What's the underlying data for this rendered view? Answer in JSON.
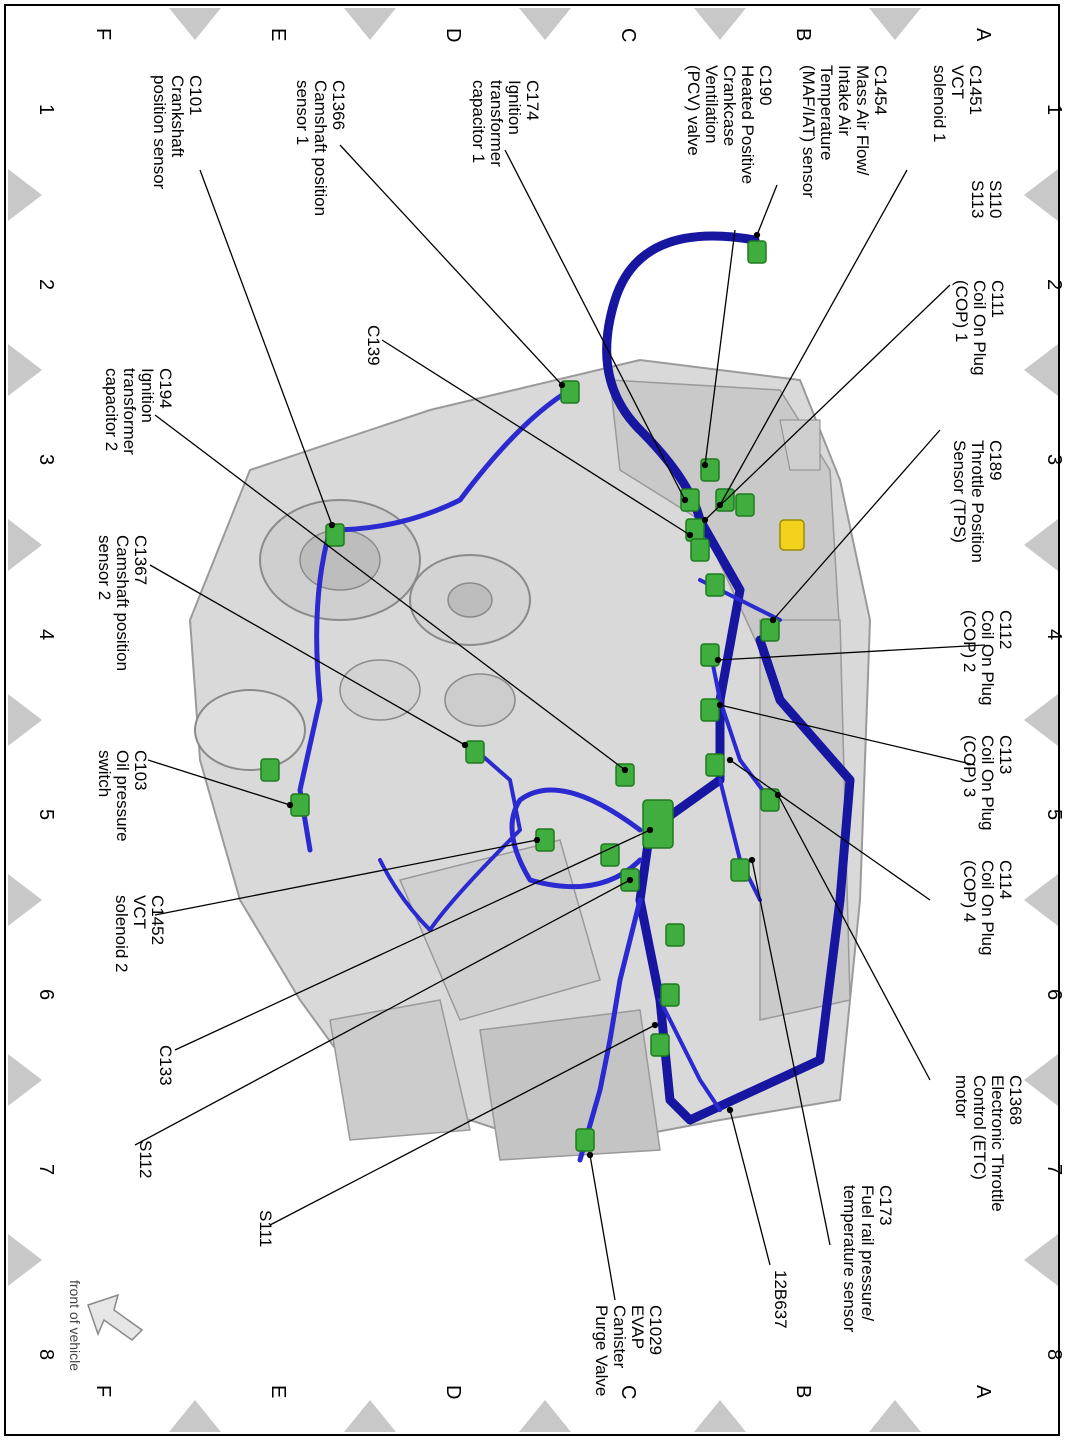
{
  "grid": {
    "rows": [
      "A",
      "B",
      "C",
      "D",
      "E",
      "F"
    ],
    "cols": [
      "1",
      "2",
      "3",
      "4",
      "5",
      "6",
      "7",
      "8"
    ]
  },
  "callouts": [
    {
      "id": "c1451",
      "lines": [
        "C1451",
        "VCT",
        "solenoid 1"
      ]
    },
    {
      "id": "c1454",
      "lines": [
        "C1454",
        "Mass Air Flow/",
        "Intake Air",
        "Temperature",
        "(MAF/IAT) sensor"
      ]
    },
    {
      "id": "c190",
      "lines": [
        "C190",
        "Heated Positive",
        "Crankcase",
        "Ventilation",
        "(PCV) valve"
      ]
    },
    {
      "id": "c174",
      "lines": [
        "C174",
        "Ignition",
        "transformer",
        "capacitor 1"
      ]
    },
    {
      "id": "c1366",
      "lines": [
        "C1366",
        "Camshaft position",
        "sensor 1"
      ]
    },
    {
      "id": "c101",
      "lines": [
        "C101",
        "Crankshaft",
        "position sensor"
      ]
    },
    {
      "id": "s110",
      "lines": [
        "S110",
        "S113"
      ]
    },
    {
      "id": "c111",
      "lines": [
        "C111",
        "Coil On Plug",
        "(COP) 1"
      ]
    },
    {
      "id": "c139",
      "lines": [
        "C139"
      ]
    },
    {
      "id": "c194",
      "lines": [
        "C194",
        "Ignition",
        "transformer",
        "capacitor 2"
      ]
    },
    {
      "id": "c189",
      "lines": [
        "C189",
        "Throttle Position",
        "Sensor (TPS)"
      ]
    },
    {
      "id": "c1367",
      "lines": [
        "C1367",
        "Camshaft position",
        "sensor 2"
      ]
    },
    {
      "id": "c112",
      "lines": [
        "C112",
        "Coil On Plug",
        "(COP) 2"
      ]
    },
    {
      "id": "c113",
      "lines": [
        "C113",
        "Coil On Plug",
        "(COP) 3"
      ]
    },
    {
      "id": "c103",
      "lines": [
        "C103",
        "Oil pressure",
        "switch"
      ]
    },
    {
      "id": "c114",
      "lines": [
        "C114",
        "Coil On Plug",
        "(COP) 4"
      ]
    },
    {
      "id": "c1452",
      "lines": [
        "C1452",
        "VCT",
        "solenoid 2"
      ]
    },
    {
      "id": "c133",
      "lines": [
        "C133"
      ]
    },
    {
      "id": "c1368",
      "lines": [
        "C1368",
        "Electronic Throttle",
        "Control (ETC)",
        "motor"
      ]
    },
    {
      "id": "s112",
      "lines": [
        "S112"
      ]
    },
    {
      "id": "c173",
      "lines": [
        "C173",
        "Fuel rail pressure/",
        "temperature sensor"
      ]
    },
    {
      "id": "s111",
      "lines": [
        "S111"
      ]
    },
    {
      "id": "p12b637",
      "lines": [
        "12B637"
      ]
    },
    {
      "id": "c1029",
      "lines": [
        "C1029",
        "EVAP",
        "Canister",
        "Purge Valve"
      ]
    }
  ],
  "front_note": "front of vehicle",
  "colors": {
    "harness": "#2a2ad0",
    "harness_dark": "#1616a0",
    "connector": "#3fae3f",
    "connector_dark": "#1f7a1f",
    "engine": "#d9d9d9",
    "engine_shade": "#b8b8b8",
    "grid_arrow": "#c8c8c8"
  }
}
